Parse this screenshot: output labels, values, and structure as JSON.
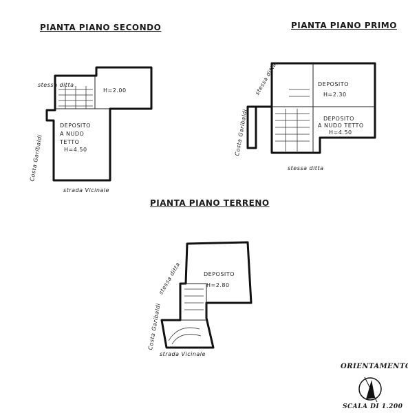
{
  "plans": {
    "secondo": {
      "title": "PIANTA PIANO SECONDO",
      "room1_label": "H=2.00",
      "room2_label1": "DEPOSITO",
      "room2_label2": "A NUDO",
      "room2_label3": "TETTO",
      "room2_height": "H=4.50",
      "note_stair": "stessa ditta",
      "side_label": "Costa Garibaldi",
      "street_label": "strada Vicinale"
    },
    "primo": {
      "title": "PIANTA PIANO PRIMO",
      "room1_label": "DEPOSITO",
      "room1_height": "H=2.30",
      "room2_label1": "DEPOSITO",
      "room2_label2": "A NUDO TETTO",
      "room2_height": "H=4.50",
      "note_stair": "stessa ditta",
      "side_label": "Costa Garibaldi",
      "bottom_note": "stessa ditta"
    },
    "terreno": {
      "title": "PIANTA PIANO TERRENO",
      "room_label": "DEPOSITO",
      "room_height": "H=2.80",
      "note_stair": "stessa ditta",
      "side_label": "Costa Garibaldi",
      "street_label": "strada Vicinale"
    }
  },
  "legend": {
    "orientation": "ORIENTAMENTO",
    "scale": "SCALA DI 1.200"
  }
}
